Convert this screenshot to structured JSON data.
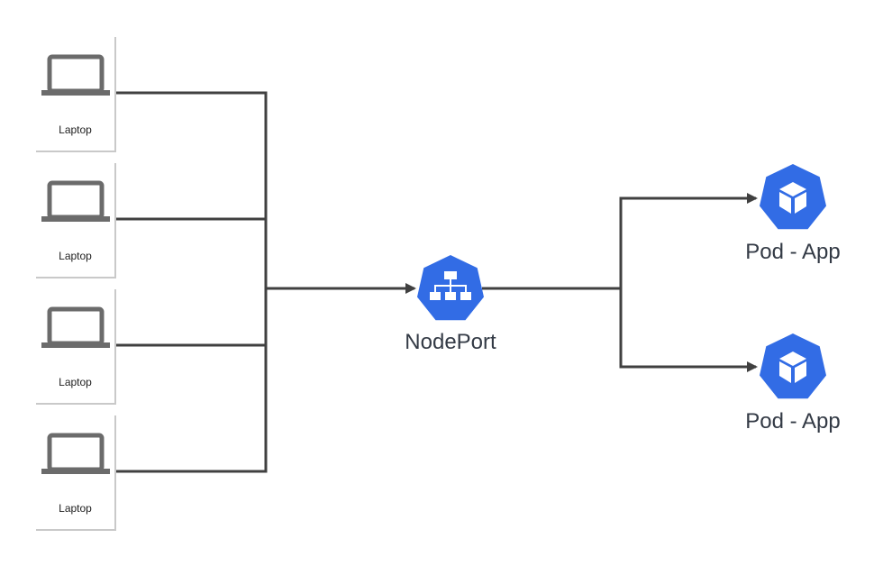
{
  "clients": [
    {
      "label": "Laptop",
      "icon": "laptop-icon"
    },
    {
      "label": "Laptop",
      "icon": "laptop-icon"
    },
    {
      "label": "Laptop",
      "icon": "laptop-icon"
    },
    {
      "label": "Laptop",
      "icon": "laptop-icon"
    }
  ],
  "service": {
    "label": "NodePort",
    "icon": "service-network-icon"
  },
  "pods": [
    {
      "label": "Pod - App",
      "icon": "pod-cube-icon"
    },
    {
      "label": "Pod - App",
      "icon": "pod-cube-icon"
    }
  ],
  "colors": {
    "connector": "#404040",
    "kubernetes_blue": "#326ce5",
    "laptop_gray": "#6b6b6b",
    "card_border": "#c9c9c9",
    "label_text": "#333a45"
  }
}
